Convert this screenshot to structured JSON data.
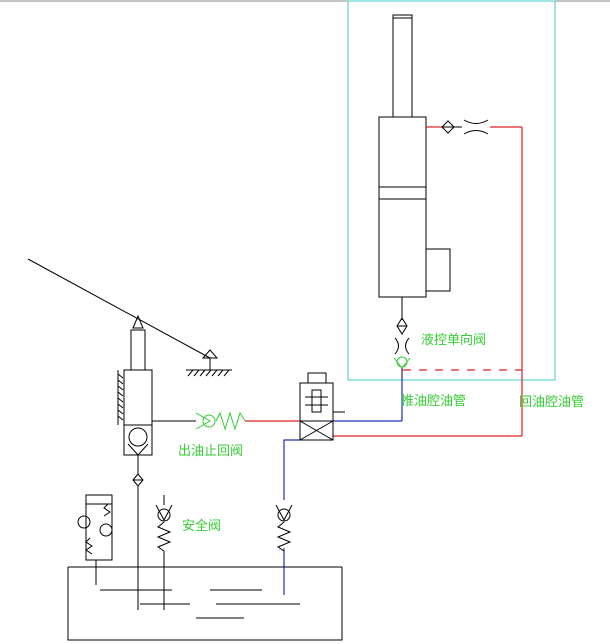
{
  "diagram": {
    "labels": {
      "pilot_check_valve": "液控单向阀",
      "push_oil_pipe": "推油腔油管",
      "return_oil_pipe": "回油腔油管",
      "outlet_check_valve": "出油止回阀",
      "safety_valve": "安全阀"
    },
    "colors": {
      "frame": "#5fd3d3",
      "supply_line": "#e02020",
      "return_line": "#2030c0",
      "label": "#33cc33",
      "lines": "#000000"
    }
  }
}
